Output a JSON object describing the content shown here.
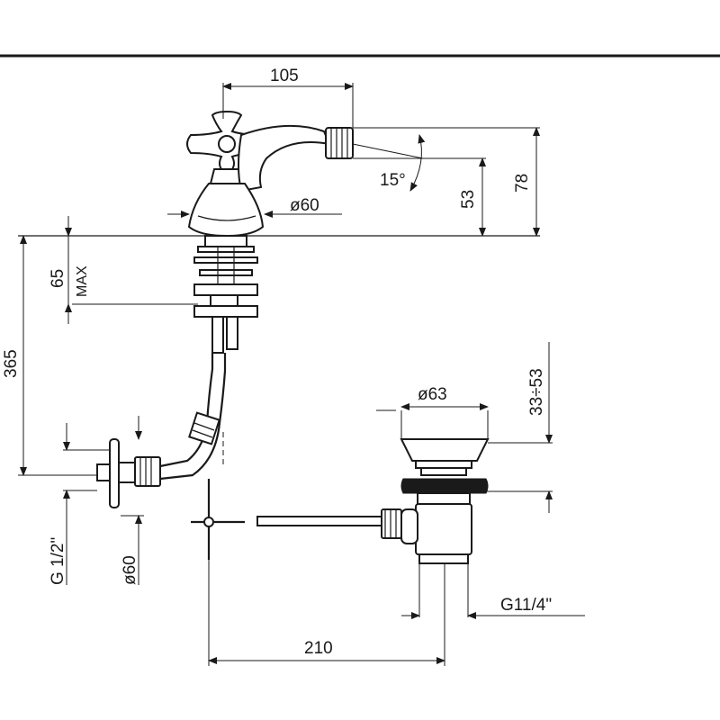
{
  "dimensions": {
    "spout_width": "105",
    "spout_angle": "15°",
    "spout_height": "53",
    "total_height": "78",
    "base_diameter": "ø60",
    "deck_max_label": "MAX",
    "deck_max_value": "65",
    "supply_length": "365",
    "waste_diameter": "ø63",
    "waste_range": "33÷53",
    "supply_thread": "G 1/2\"",
    "escutcheon_diameter": "ø60",
    "waste_thread": "G11/4\"",
    "offset": "210"
  }
}
